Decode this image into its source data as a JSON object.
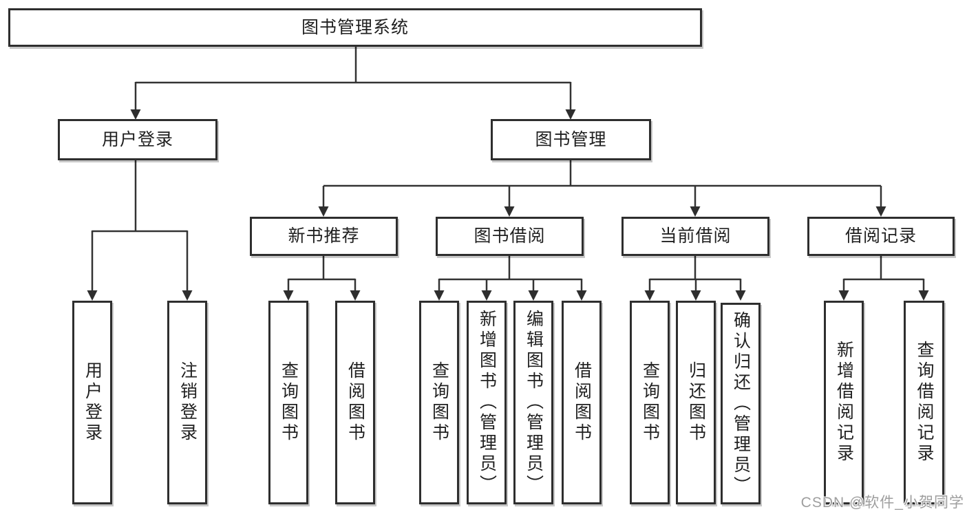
{
  "tree": {
    "root": "图书管理系统",
    "children": [
      {
        "label": "用户登录",
        "children": [
          "用户登录",
          "注销登录"
        ]
      },
      {
        "label": "图书管理",
        "children": [
          {
            "label": "新书推荐",
            "children": [
              "查询图书",
              "借阅图书"
            ]
          },
          {
            "label": "图书借阅",
            "children": [
              "查询图书",
              "新增图书（管理员）",
              "编辑图书（管理员）",
              "借阅图书"
            ]
          },
          {
            "label": "当前借阅",
            "children": [
              "查询图书",
              "归还图书",
              "确认归还（管理员）"
            ]
          },
          {
            "label": "借阅记录",
            "children": [
              "新增借阅记录",
              "查询借阅记录"
            ]
          }
        ]
      }
    ]
  },
  "watermark": {
    "text": "CSDN @软件_小贺同学",
    "color": "#9e9e9e"
  },
  "colors": {
    "line": "#333333",
    "box_border": "#2e2e2e",
    "text": "#1f1f1f",
    "background": "#ffffff"
  }
}
